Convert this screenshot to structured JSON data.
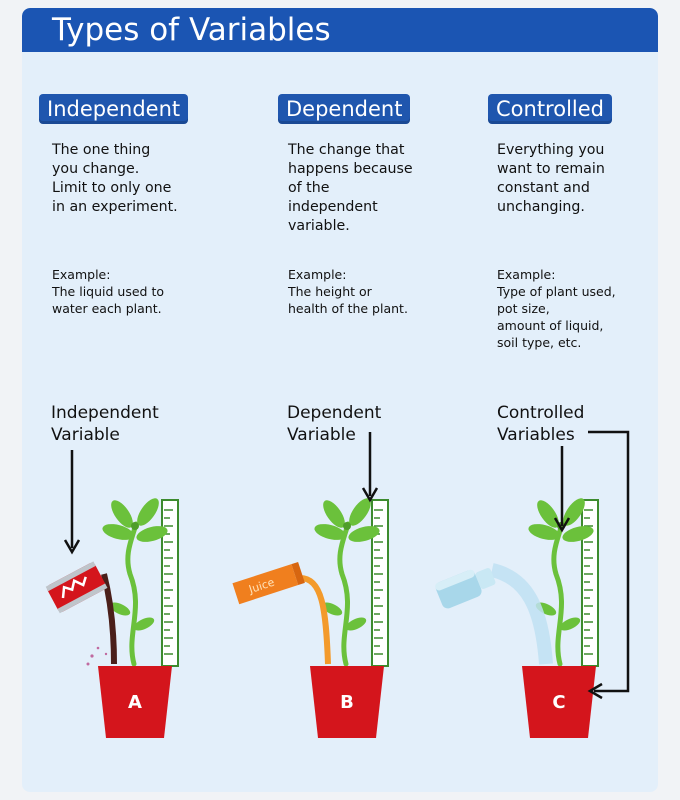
{
  "title": "Types of Variables",
  "columns": [
    {
      "heading": "Independent",
      "description": [
        "The one thing",
        "you change.",
        "Limit to only one",
        "in an experiment."
      ],
      "example_label": "Example:",
      "example": [
        "The liquid used to",
        "water each plant."
      ],
      "variable_label": [
        "Independent",
        "Variable"
      ],
      "pot_letter": "A"
    },
    {
      "heading": "Dependent",
      "description": [
        "The change that",
        "happens because",
        "of the",
        "independent",
        "variable."
      ],
      "example_label": "Example:",
      "example": [
        "The height or",
        "health of the plant."
      ],
      "variable_label": [
        "Dependent",
        "Variable"
      ],
      "pot_letter": "B"
    },
    {
      "heading": "Controlled",
      "description": [
        "Everything you",
        "want to remain",
        "constant and",
        "unchanging."
      ],
      "example_label": "Example:",
      "example": [
        "Type of plant used,",
        "pot size,",
        "amount of liquid,",
        "soil type, etc."
      ],
      "variable_label": [
        "Controlled",
        "Variables"
      ],
      "pot_letter": "C"
    }
  ],
  "juice_box_label": "Juice",
  "colors": {
    "banner": "#1b55b3",
    "heading": "#1f56ae",
    "card_background": "#e3effa",
    "pot": "#d4151c",
    "leaf": "#6bc13b",
    "ruler": "#3d8b2e"
  }
}
